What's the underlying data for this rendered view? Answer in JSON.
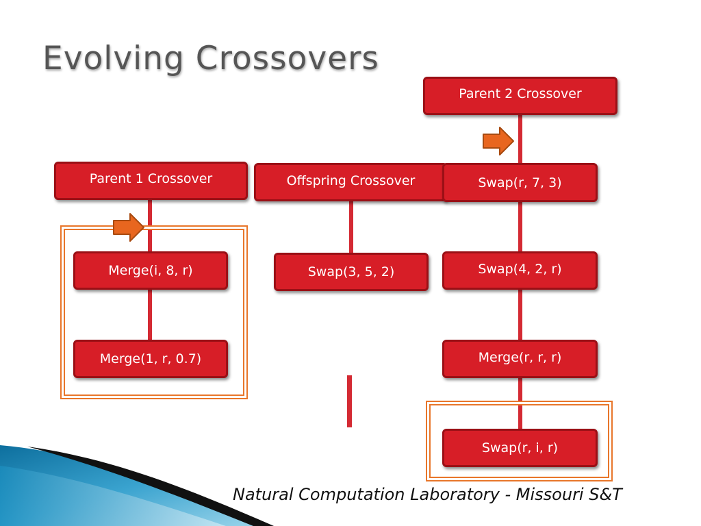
{
  "title": "Evolving Crossovers",
  "footer": "Natural Computation Laboratory - Missouri S&T",
  "colors": {
    "box_fill": "#d71e27",
    "box_border": "#9b1016",
    "connector": "#d42a33",
    "highlight_frame": "#e8762a",
    "arrow_fill": "#e8661f",
    "title": "#555555"
  },
  "columns": {
    "parent1": {
      "header": "Parent 1 Crossover",
      "nodes": [
        "Merge(i, 8, r)",
        "Merge(1, r, 0.7)"
      ]
    },
    "offspring": {
      "header": "Offspring Crossover",
      "nodes": [
        "Swap(3, 5, 2)"
      ]
    },
    "parent2": {
      "header": "Parent 2 Crossover",
      "nodes": [
        "Swap(r, 7, 3)",
        "Swap(4, 2, r)",
        "Merge(r, r, r)",
        "Swap(r, i, r)"
      ]
    }
  }
}
